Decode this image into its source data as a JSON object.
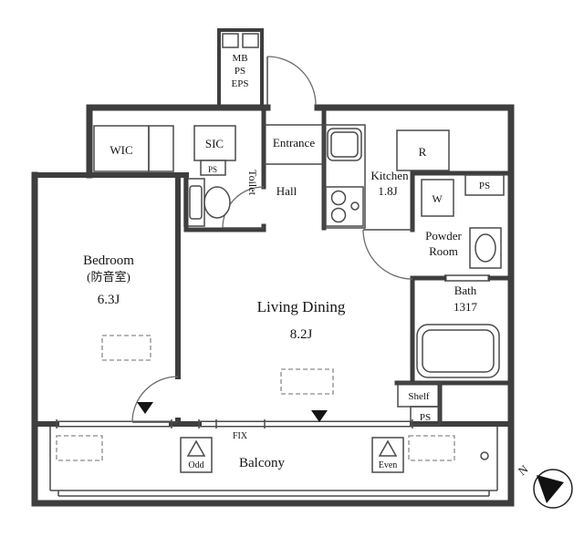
{
  "colors": {
    "wall": "#3e3e3e",
    "closet": "#cfe8f4",
    "text": "#141414"
  },
  "shaft": {
    "mb": "MB",
    "ps": "PS",
    "eps": "EPS"
  },
  "rooms": {
    "wic": "WIC",
    "sic": "SIC",
    "sic_ps": "PS",
    "entrance": "Entrance",
    "toilet": "Toilet",
    "hall": "Hall",
    "kitchen": "Kitchen",
    "kitchen_size": "1.8J",
    "fridge": "R",
    "ps_top_right": "PS",
    "washer": "W",
    "powder_line1": "Powder",
    "powder_line2": "Room",
    "bath": "Bath",
    "bath_size": "1317",
    "bedroom": "Bedroom",
    "bedroom_note": "(防音室)",
    "bedroom_size": "6.3J",
    "living": "Living Dining",
    "living_size": "8.2J",
    "shelf": "Shelf",
    "shelf_ps": "PS"
  },
  "balcony": {
    "label": "Balcony",
    "fix": "FIX",
    "odd": "Odd",
    "even": "Even"
  },
  "compass": {
    "north": "N"
  }
}
